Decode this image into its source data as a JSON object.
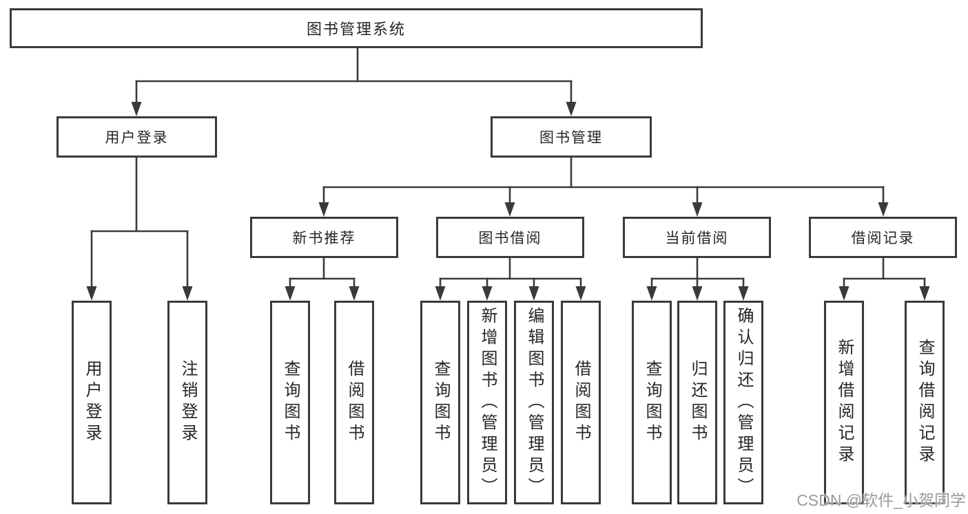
{
  "tree": {
    "label": "图书管理系统",
    "children": [
      {
        "label": "用户登录",
        "children": [
          {
            "label": "用户登录"
          },
          {
            "label": "注销登录"
          }
        ]
      },
      {
        "label": "图书管理",
        "children": [
          {
            "label": "新书推荐",
            "children": [
              {
                "label": "查询图书"
              },
              {
                "label": "借阅图书"
              }
            ]
          },
          {
            "label": "图书借阅",
            "children": [
              {
                "label": "查询图书"
              },
              {
                "label": "新增图书（管理员）"
              },
              {
                "label": "编辑图书（管理员）"
              },
              {
                "label": "借阅图书"
              }
            ]
          },
          {
            "label": "当前借阅",
            "children": [
              {
                "label": "查询图书"
              },
              {
                "label": "归还图书"
              },
              {
                "label": "确认归还（管理员）"
              }
            ]
          },
          {
            "label": "借阅记录",
            "children": [
              {
                "label": "新增借阅记录"
              },
              {
                "label": "查询借阅记录"
              }
            ]
          }
        ]
      }
    ]
  },
  "watermark": "CSDN @软件_小贺同学",
  "colors": {
    "line": "#3a3a3a",
    "box_border": "#3a3a3a",
    "text": "#262626",
    "background": "#ffffff",
    "watermark": "#9a9a9a"
  }
}
